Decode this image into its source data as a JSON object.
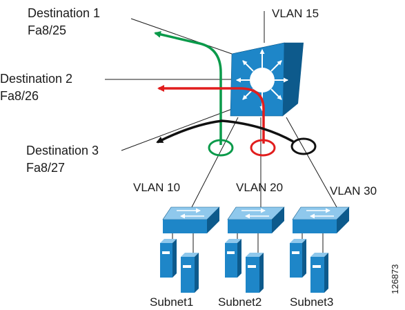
{
  "destinations": [
    {
      "name": "Destination 1",
      "port": "Fa8/25"
    },
    {
      "name": "Destination 2",
      "port": "Fa8/26"
    },
    {
      "name": "Destination 3",
      "port": "Fa8/27"
    }
  ],
  "vlans": {
    "top": "VLAN 15",
    "v10": "VLAN 10",
    "v20": "VLAN 20",
    "v30": "VLAN 30"
  },
  "subnets": [
    "Subnet1",
    "Subnet2",
    "Subnet3"
  ],
  "figure_id": "126873",
  "colors": {
    "dest1": "#0a9a4a",
    "dest2": "#e11d1d",
    "dest3": "#111111",
    "device": "#1e86c8",
    "device_dark": "#0d5a8c",
    "device_light": "#8fc8ec"
  }
}
